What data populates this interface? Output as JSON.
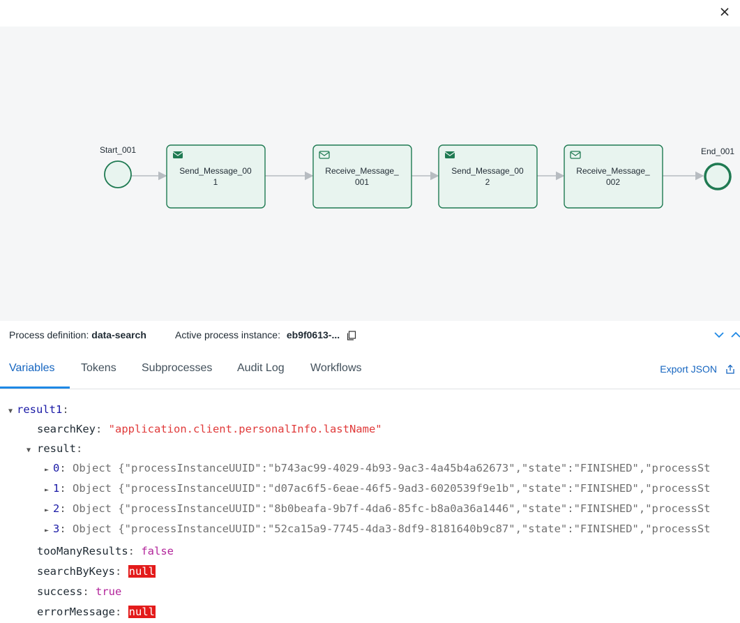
{
  "diagram": {
    "start_label": "Start_001",
    "end_label": "End_001",
    "tasks": [
      {
        "line1": "Send_Message_00",
        "line2": "1",
        "kind": "send"
      },
      {
        "line1": "Receive_Message_",
        "line2": "001",
        "kind": "receive"
      },
      {
        "line1": "Send_Message_00",
        "line2": "2",
        "kind": "send"
      },
      {
        "line1": "Receive_Message_",
        "line2": "002",
        "kind": "receive"
      }
    ]
  },
  "info": {
    "process_definition_label": "Process definition:",
    "process_definition_value": "data-search",
    "active_instance_label": "Active process instance:",
    "active_instance_value": "eb9f0613-..."
  },
  "tabs": [
    "Variables",
    "Tokens",
    "Subprocesses",
    "Audit Log",
    "Workflows"
  ],
  "active_tab": "Variables",
  "export_label": "Export JSON",
  "variables": {
    "root_key": "result1",
    "search_key_name": "searchKey",
    "search_key_value": "\"application.client.personalInfo.lastName\"",
    "result_key": "result",
    "result_items": [
      {
        "index": "0",
        "preview": "Object {\"processInstanceUUID\":\"b743ac99-4029-4b93-9ac3-4a45b4a62673\",\"state\":\"FINISHED\",\"processSt"
      },
      {
        "index": "1",
        "preview": "Object {\"processInstanceUUID\":\"d07ac6f5-6eae-46f5-9ad3-6020539f9e1b\",\"state\":\"FINISHED\",\"processSt"
      },
      {
        "index": "2",
        "preview": "Object {\"processInstanceUUID\":\"8b0beafa-9b7f-4da6-85fc-b8a0a36a1446\",\"state\":\"FINISHED\",\"processSt"
      },
      {
        "index": "3",
        "preview": "Object {\"processInstanceUUID\":\"52ca15a9-7745-4da3-8df9-8181640b9c87\",\"state\":\"FINISHED\",\"processSt"
      }
    ],
    "too_many_key": "tooManyResults",
    "too_many_value": "false",
    "search_by_keys_key": "searchByKeys",
    "search_by_keys_value": "null",
    "success_key": "success",
    "success_value": "true",
    "error_message_key": "errorMessage",
    "error_message_value": "null"
  },
  "colors": {
    "accent": "#1565c0",
    "task_fill": "#e8f4ef",
    "task_stroke": "#1f7a52",
    "null_bg": "#e31b1b"
  },
  "icons": {
    "close": "close-icon",
    "send": "filled-envelope-icon",
    "receive": "outline-envelope-icon",
    "copy": "copy-icon",
    "collapse": "chevron-down-icon",
    "expand": "chevron-up-icon",
    "export": "share-icon"
  }
}
